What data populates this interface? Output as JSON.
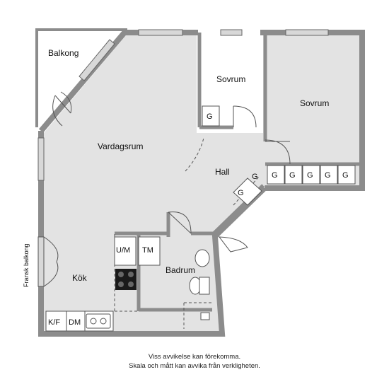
{
  "rooms": {
    "balcony": "Balkong",
    "bedroom_small": "Sovrum",
    "bedroom_large": "Sovrum",
    "living_room": "Vardagsrum",
    "hall": "Hall",
    "kitchen": "Kök",
    "bathroom": "Badrum"
  },
  "labels": {
    "french_balcony": "Fransk balkong",
    "wardrobe": "G",
    "washer_dryer": "U/M",
    "dryer_cabinet": "TM",
    "fridge_freezer": "K/F",
    "dishwasher": "DM"
  },
  "disclaimer": {
    "line1": "Viss avvikelse kan förekomma.",
    "line2": "Skala och mått kan avvika från verkligheten."
  },
  "colors": {
    "floor": "#e3e3e3",
    "wall": "#8c8c8c",
    "window": "#d8d8d8"
  }
}
